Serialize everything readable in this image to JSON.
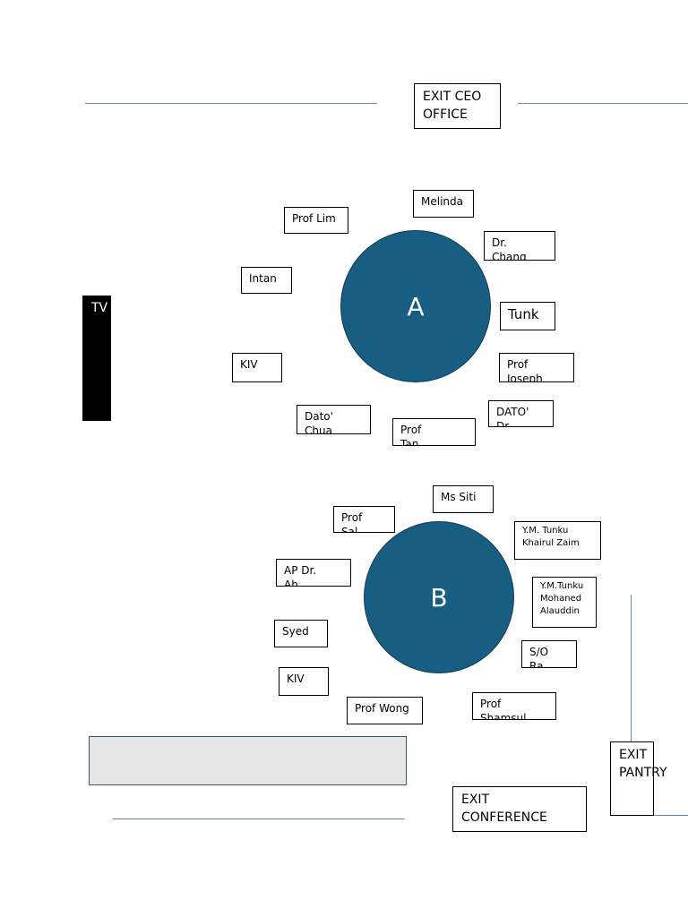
{
  "colors": {
    "table_fill": "#175e82",
    "tv_fill": "#000000",
    "wall": "#5f8ba8",
    "stage_fill": "#e6e6e6"
  },
  "exits": {
    "ceo_office": "EXIT CEO\nOFFICE",
    "conference": "EXIT\nCONFERENCE",
    "pantry": "EXIT\nPANTRY"
  },
  "tv": {
    "label": "TV"
  },
  "table_a": {
    "label": "A",
    "seats": {
      "melinda": "Melinda",
      "prof_lim": "Prof Lim",
      "dr_chang": "Dr.\nChang",
      "intan": "Intan",
      "tunk": "Tunk",
      "kiv": "KIV",
      "prof_joseph": "Prof\nJoseph",
      "dato_right": "DATO'\nDr",
      "dato_chua": "Dato'\nChua",
      "prof_bottom": "Prof\nTan"
    }
  },
  "table_b": {
    "label": "B",
    "seats": {
      "ms_siti": "Ms Siti",
      "prof_top": "Prof\nSal",
      "tunku_khairul": "Y.M. Tunku\nKhairul Zaim",
      "ap_dr": "AP Dr.\nAh",
      "tunku_mohaned": "Y.M.Tunku\nMohaned\nAlauddin",
      "syed": "Syed",
      "so": "S/O\nRa",
      "kiv": "KIV",
      "prof_wong": "Prof Wong",
      "prof_right": "Prof\nShamsul"
    }
  }
}
